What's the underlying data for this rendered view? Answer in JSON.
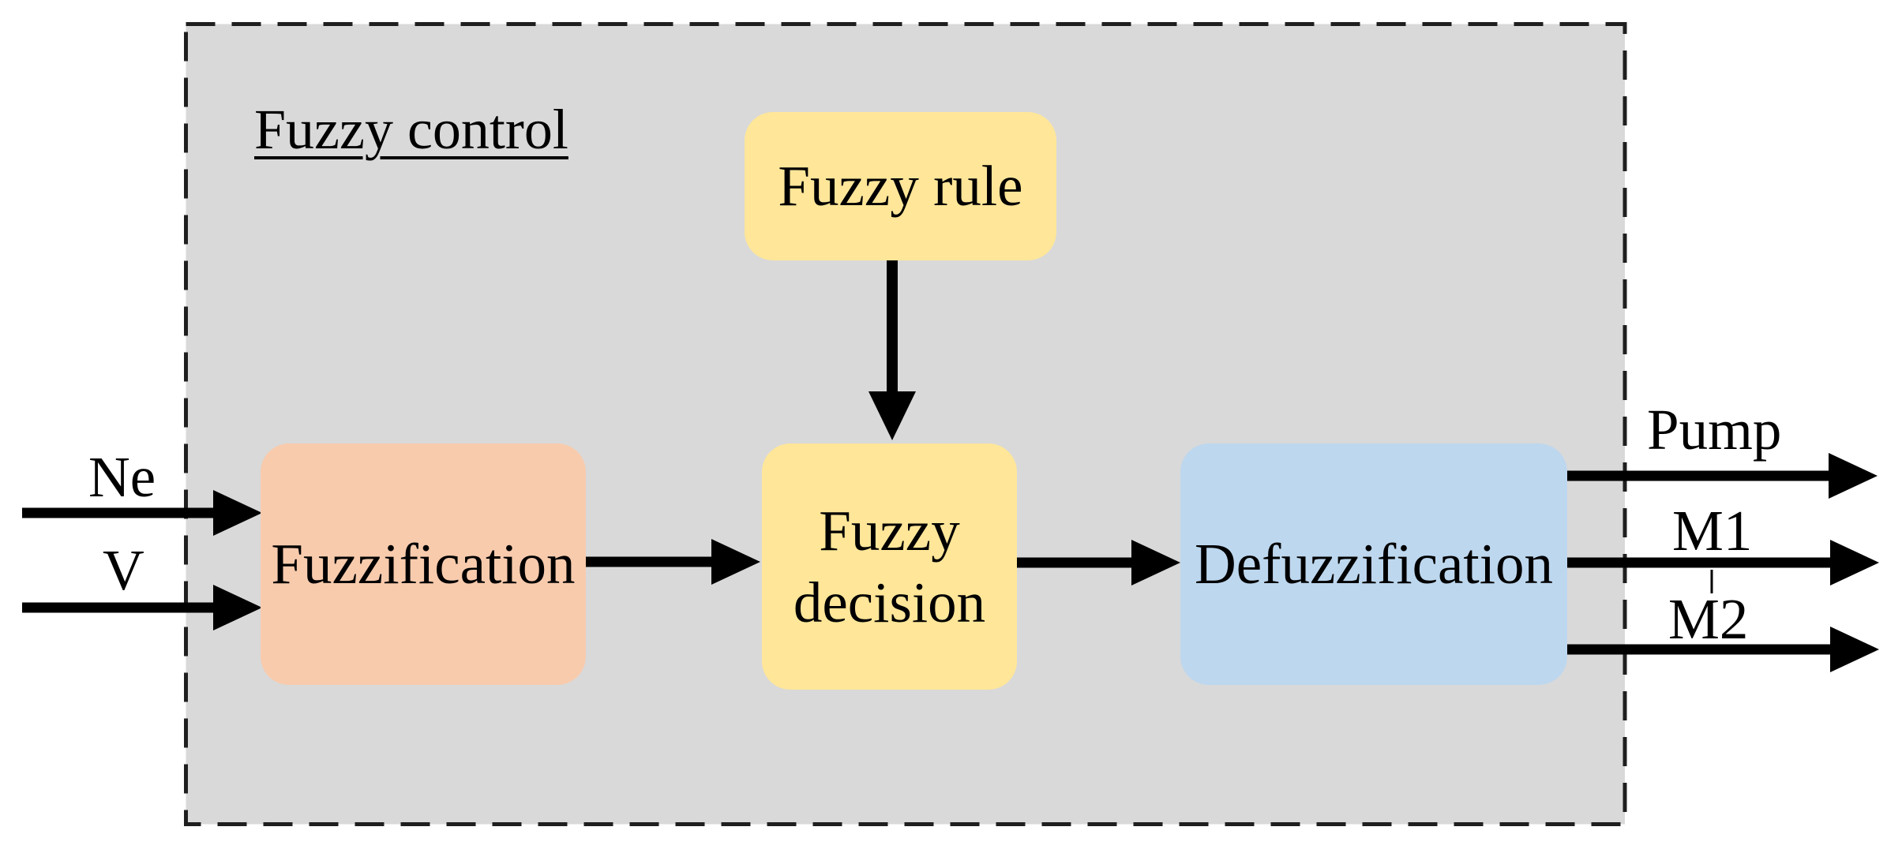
{
  "panel": {
    "title": "Fuzzy control"
  },
  "boxes": {
    "fuzzy_rule": {
      "label": "Fuzzy rule",
      "color": "#ffe699"
    },
    "fuzzification": {
      "label": "Fuzzification",
      "color": "#f8cbad"
    },
    "fuzzy_decision": {
      "label": "Fuzzy decision",
      "color": "#ffe699"
    },
    "defuzzification": {
      "label": "Defuzzification",
      "color": "#bdd7ee"
    }
  },
  "inputs": [
    {
      "label": "Ne"
    },
    {
      "label": "V"
    }
  ],
  "outputs": [
    {
      "label": "Pump"
    },
    {
      "label": "M1"
    },
    {
      "label": "M2"
    }
  ],
  "colors": {
    "background": "#ffffff",
    "panel_bg": "#d9d9d9",
    "panel_border": "#1f1f1f",
    "arrow": "#000000",
    "text": "#000000"
  }
}
